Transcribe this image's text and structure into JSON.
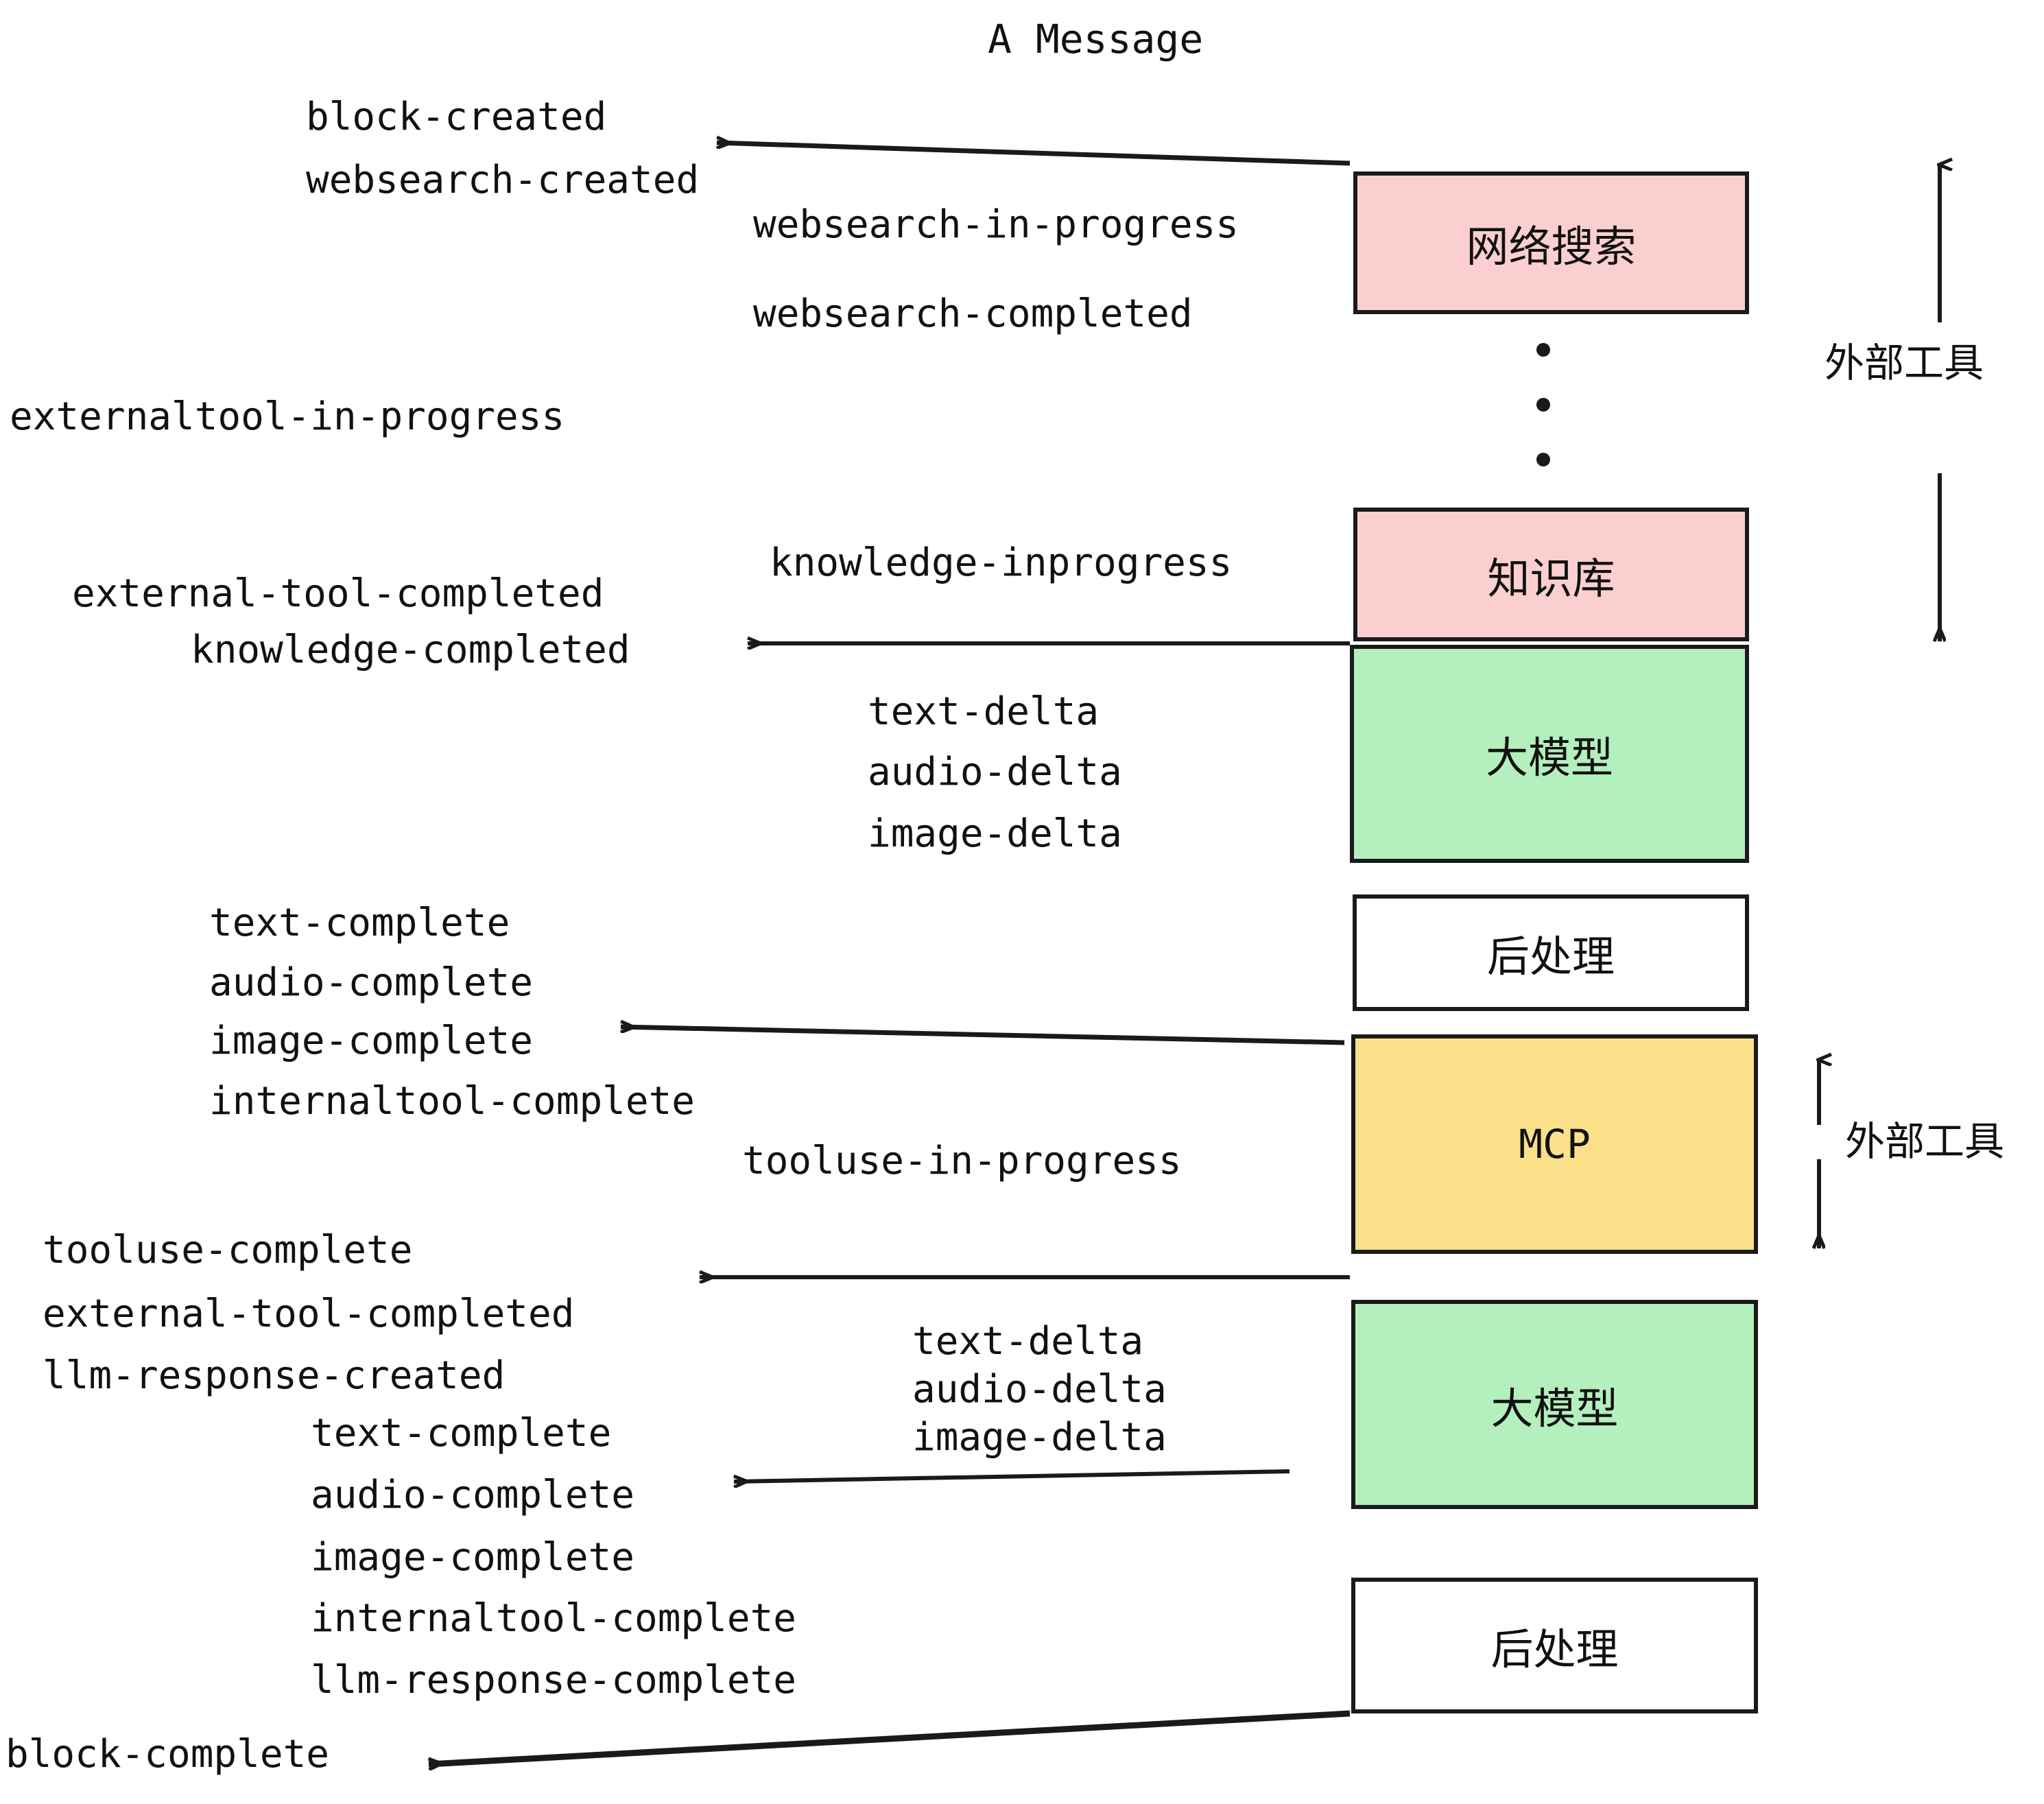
{
  "title": "A Message",
  "boxes": [
    {
      "label": "网络搜索",
      "color": "#fbcfcf"
    },
    {
      "label": "知识库",
      "color": "#fbcfcf"
    },
    {
      "label": "大模型",
      "color": "#b4efbe"
    },
    {
      "label": "后处理",
      "color": "#ffffff"
    },
    {
      "label": "MCP",
      "color": "#fbe08a"
    },
    {
      "label": "大模型",
      "color": "#b4efbe"
    },
    {
      "label": "后处理",
      "color": "#ffffff"
    }
  ],
  "side_labels": {
    "external_tool_top": "外部工具",
    "external_tool_mid": "外部工具"
  },
  "events": {
    "block_created": "block-created",
    "websearch_created": "websearch-created",
    "websearch_in_progress": "websearch-in-progress",
    "websearch_completed": "websearch-completed",
    "externaltool_in_progress": "externaltool-in-progress",
    "knowledge_inprogress": "knowledge-inprogress",
    "external_tool_completed_1": "external-tool-completed",
    "knowledge_completed": "knowledge-completed",
    "text_delta_1": "text-delta",
    "audio_delta_1": "audio-delta",
    "image_delta_1": "image-delta",
    "text_complete_1": "text-complete",
    "audio_complete_1": "audio-complete",
    "image_complete_1": "image-complete",
    "internaltool_complete_1": "internaltool-complete",
    "tooluse_in_progress": "tooluse-in-progress",
    "tooluse_complete": "tooluse-complete",
    "external_tool_completed_2": "external-tool-completed",
    "llm_response_created": "llm-response-created",
    "text_delta_2": "text-delta",
    "audio_delta_2": "audio-delta",
    "image_delta_2": "image-delta",
    "text_complete_2": "text-complete",
    "audio_complete_2": "audio-complete",
    "image_complete_2": "image-complete",
    "internaltool_complete_2": "internaltool-complete",
    "llm_response_complete": "llm-response-complete",
    "block_complete": "block-complete"
  },
  "colors": {
    "pink": "#fbcfcf",
    "green": "#b4efbe",
    "yellow": "#fbe08a",
    "white": "#ffffff",
    "stroke": "#1a1a1a",
    "text": "#111111"
  }
}
